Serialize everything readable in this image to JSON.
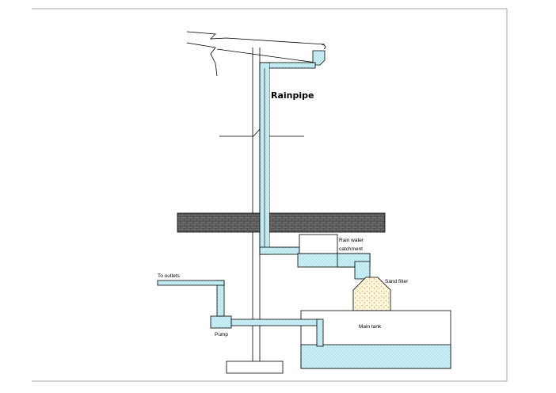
{
  "labels": {
    "rainpipe": "Rainpipe",
    "rain_water_line1": "Rain water",
    "rain_water_line2": "catchment",
    "sand_filter": "Sand filter",
    "to_outlets": "To outlets",
    "main_tank": "Main tank",
    "pump": "Pump"
  },
  "colors": {
    "water": "#c9eef5",
    "water_dots": "#7fc7d6",
    "line": "#000000",
    "brick": "#555555",
    "sand": "#fff7de",
    "sand_dots": "#e8a93a"
  }
}
